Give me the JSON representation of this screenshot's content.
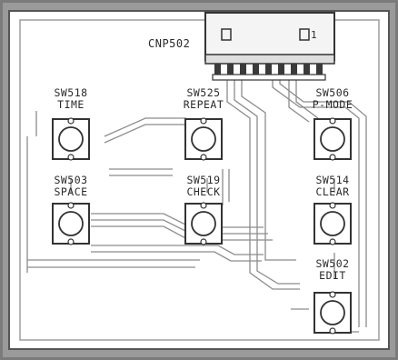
{
  "connector": {
    "label": "CNP502",
    "pin1_mark": "1"
  },
  "switches": [
    {
      "id": "SW518",
      "function": "TIME"
    },
    {
      "id": "SW525",
      "function": "REPEAT"
    },
    {
      "id": "SW506",
      "function": "P-MODE"
    },
    {
      "id": "SW503",
      "function": "SPACE"
    },
    {
      "id": "SW519",
      "function": "CHECK"
    },
    {
      "id": "SW514",
      "function": "CLEAR"
    },
    {
      "id": "SW502",
      "function": "EDIT"
    }
  ]
}
